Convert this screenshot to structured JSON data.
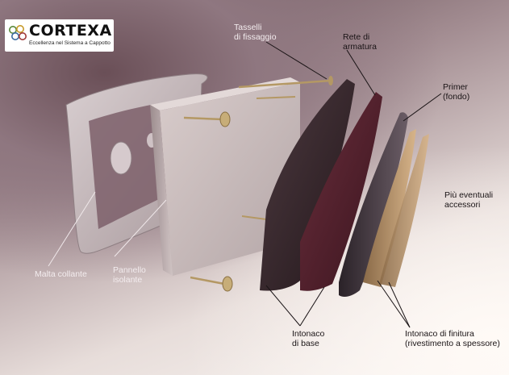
{
  "logo": {
    "brand": "CORTEXA",
    "tagline": "Eccellenza nel Sistema a Cappotto"
  },
  "labels": {
    "tasselli": "Tasselli\ndi fissaggio",
    "rete": "Rete di\narmatura",
    "primer": "Primer\n(fondo)",
    "accessori": "Più eventuali\naccessori",
    "malta": "Malta collante",
    "pannello": "Pannello\nisolante",
    "intonaco_base": "Intonaco\ndi base",
    "intonaco_finitura": "Intonaco di finitura\n(rivestimento a spessore)"
  },
  "colors": {
    "background_dark": "#5e464d",
    "background_light": "#fbf7f4",
    "panel": "#c9bcbc",
    "base_coat": "#3b2a2f",
    "mesh": "#5a2633",
    "primer": "#4a3f49",
    "finish": "#b08a62"
  },
  "icons": [
    "cortexa-logo-icon",
    "anchor-icon"
  ]
}
